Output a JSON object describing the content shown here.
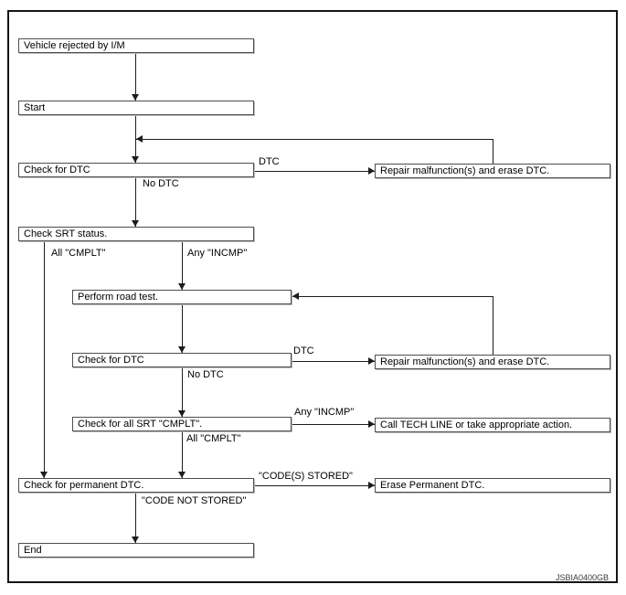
{
  "flowchart": {
    "title_hint": "I/M vehicle rejection diagnostic flowchart",
    "watermark": "JSBIA0400GB",
    "colors": {
      "background": "#ffffff",
      "frame_border": "#141414",
      "box_border": "#4d4d4d",
      "line": "#1c1c1c",
      "text": "#000000",
      "watermark_text": "#3a3a3a"
    },
    "nodes": [
      {
        "id": "vehicle-rejected",
        "label": "Vehicle rejected by I/M"
      },
      {
        "id": "start",
        "label": "Start"
      },
      {
        "id": "check-dtc-1",
        "label": "Check for DTC"
      },
      {
        "id": "repair-1",
        "label": "Repair malfunction(s) and erase DTC."
      },
      {
        "id": "check-srt",
        "label": "Check SRT status."
      },
      {
        "id": "perform-road-test",
        "label": "Perform road test."
      },
      {
        "id": "check-dtc-2",
        "label": "Check for DTC"
      },
      {
        "id": "repair-2",
        "label": "Repair malfunction(s) and erase DTC."
      },
      {
        "id": "check-all-srt",
        "label": "Check for all SRT \"CMPLT\"."
      },
      {
        "id": "call-tech-line",
        "label": "Call TECH LINE or take appropriate action."
      },
      {
        "id": "check-permanent",
        "label": "Check for permanent DTC."
      },
      {
        "id": "erase-permanent",
        "label": "Erase Permanent DTC."
      },
      {
        "id": "end",
        "label": "End"
      }
    ],
    "edge_labels": [
      {
        "text": "DTC"
      },
      {
        "text": "No DTC"
      },
      {
        "text": "All \"CMPLT\""
      },
      {
        "text": "Any \"INCMP\""
      },
      {
        "text": "DTC"
      },
      {
        "text": "No DTC"
      },
      {
        "text": "Any \"INCMP\""
      },
      {
        "text": "All \"CMPLT\""
      },
      {
        "text": "\"CODE(S) STORED\""
      },
      {
        "text": "\"CODE NOT STORED\""
      }
    ],
    "edges": [
      {
        "from": "vehicle-rejected",
        "to": "start",
        "label": ""
      },
      {
        "from": "start",
        "to": "check-dtc-1",
        "label": ""
      },
      {
        "from": "check-dtc-1",
        "to": "repair-1",
        "label": "DTC"
      },
      {
        "from": "repair-1",
        "to": "check-dtc-1",
        "label": ""
      },
      {
        "from": "check-dtc-1",
        "to": "check-srt",
        "label": "No DTC"
      },
      {
        "from": "check-srt",
        "to": "check-permanent",
        "label": "All \"CMPLT\""
      },
      {
        "from": "check-srt",
        "to": "perform-road-test",
        "label": "Any \"INCMP\""
      },
      {
        "from": "perform-road-test",
        "to": "check-dtc-2",
        "label": ""
      },
      {
        "from": "check-dtc-2",
        "to": "repair-2",
        "label": "DTC"
      },
      {
        "from": "repair-2",
        "to": "perform-road-test",
        "label": ""
      },
      {
        "from": "check-dtc-2",
        "to": "check-all-srt",
        "label": "No DTC"
      },
      {
        "from": "check-all-srt",
        "to": "call-tech-line",
        "label": "Any \"INCMP\""
      },
      {
        "from": "check-all-srt",
        "to": "check-permanent",
        "label": "All \"CMPLT\""
      },
      {
        "from": "check-permanent",
        "to": "erase-permanent",
        "label": "\"CODE(S) STORED\""
      },
      {
        "from": "check-permanent",
        "to": "end",
        "label": "\"CODE NOT STORED\""
      }
    ]
  }
}
